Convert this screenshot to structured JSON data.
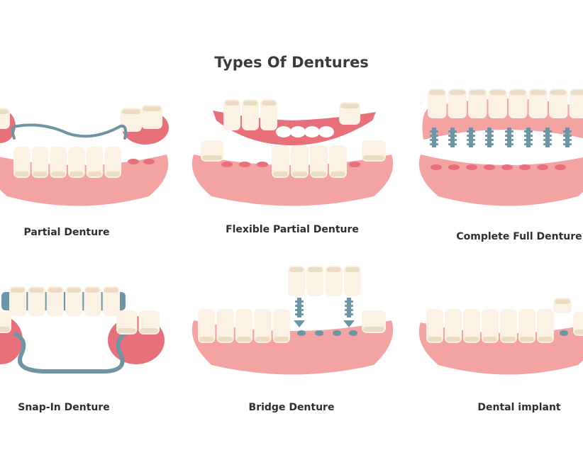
{
  "title": "Types Of  Dentures",
  "panels": [
    {
      "label": "Partial Denture"
    },
    {
      "label": "Flexible Partial Denture"
    },
    {
      "label": "Complete Full Denture"
    },
    {
      "label": "Snap-In Denture"
    },
    {
      "label": "Bridge Denture"
    },
    {
      "label": "Dental implant"
    }
  ],
  "colors": {
    "gum": "#f4a3a3",
    "gum_dark": "#e8707a",
    "tooth": "#fbf2e4",
    "tooth_shade": "#ecdcc3",
    "metal": "#6e95a3",
    "text": "#3d3a3a"
  }
}
